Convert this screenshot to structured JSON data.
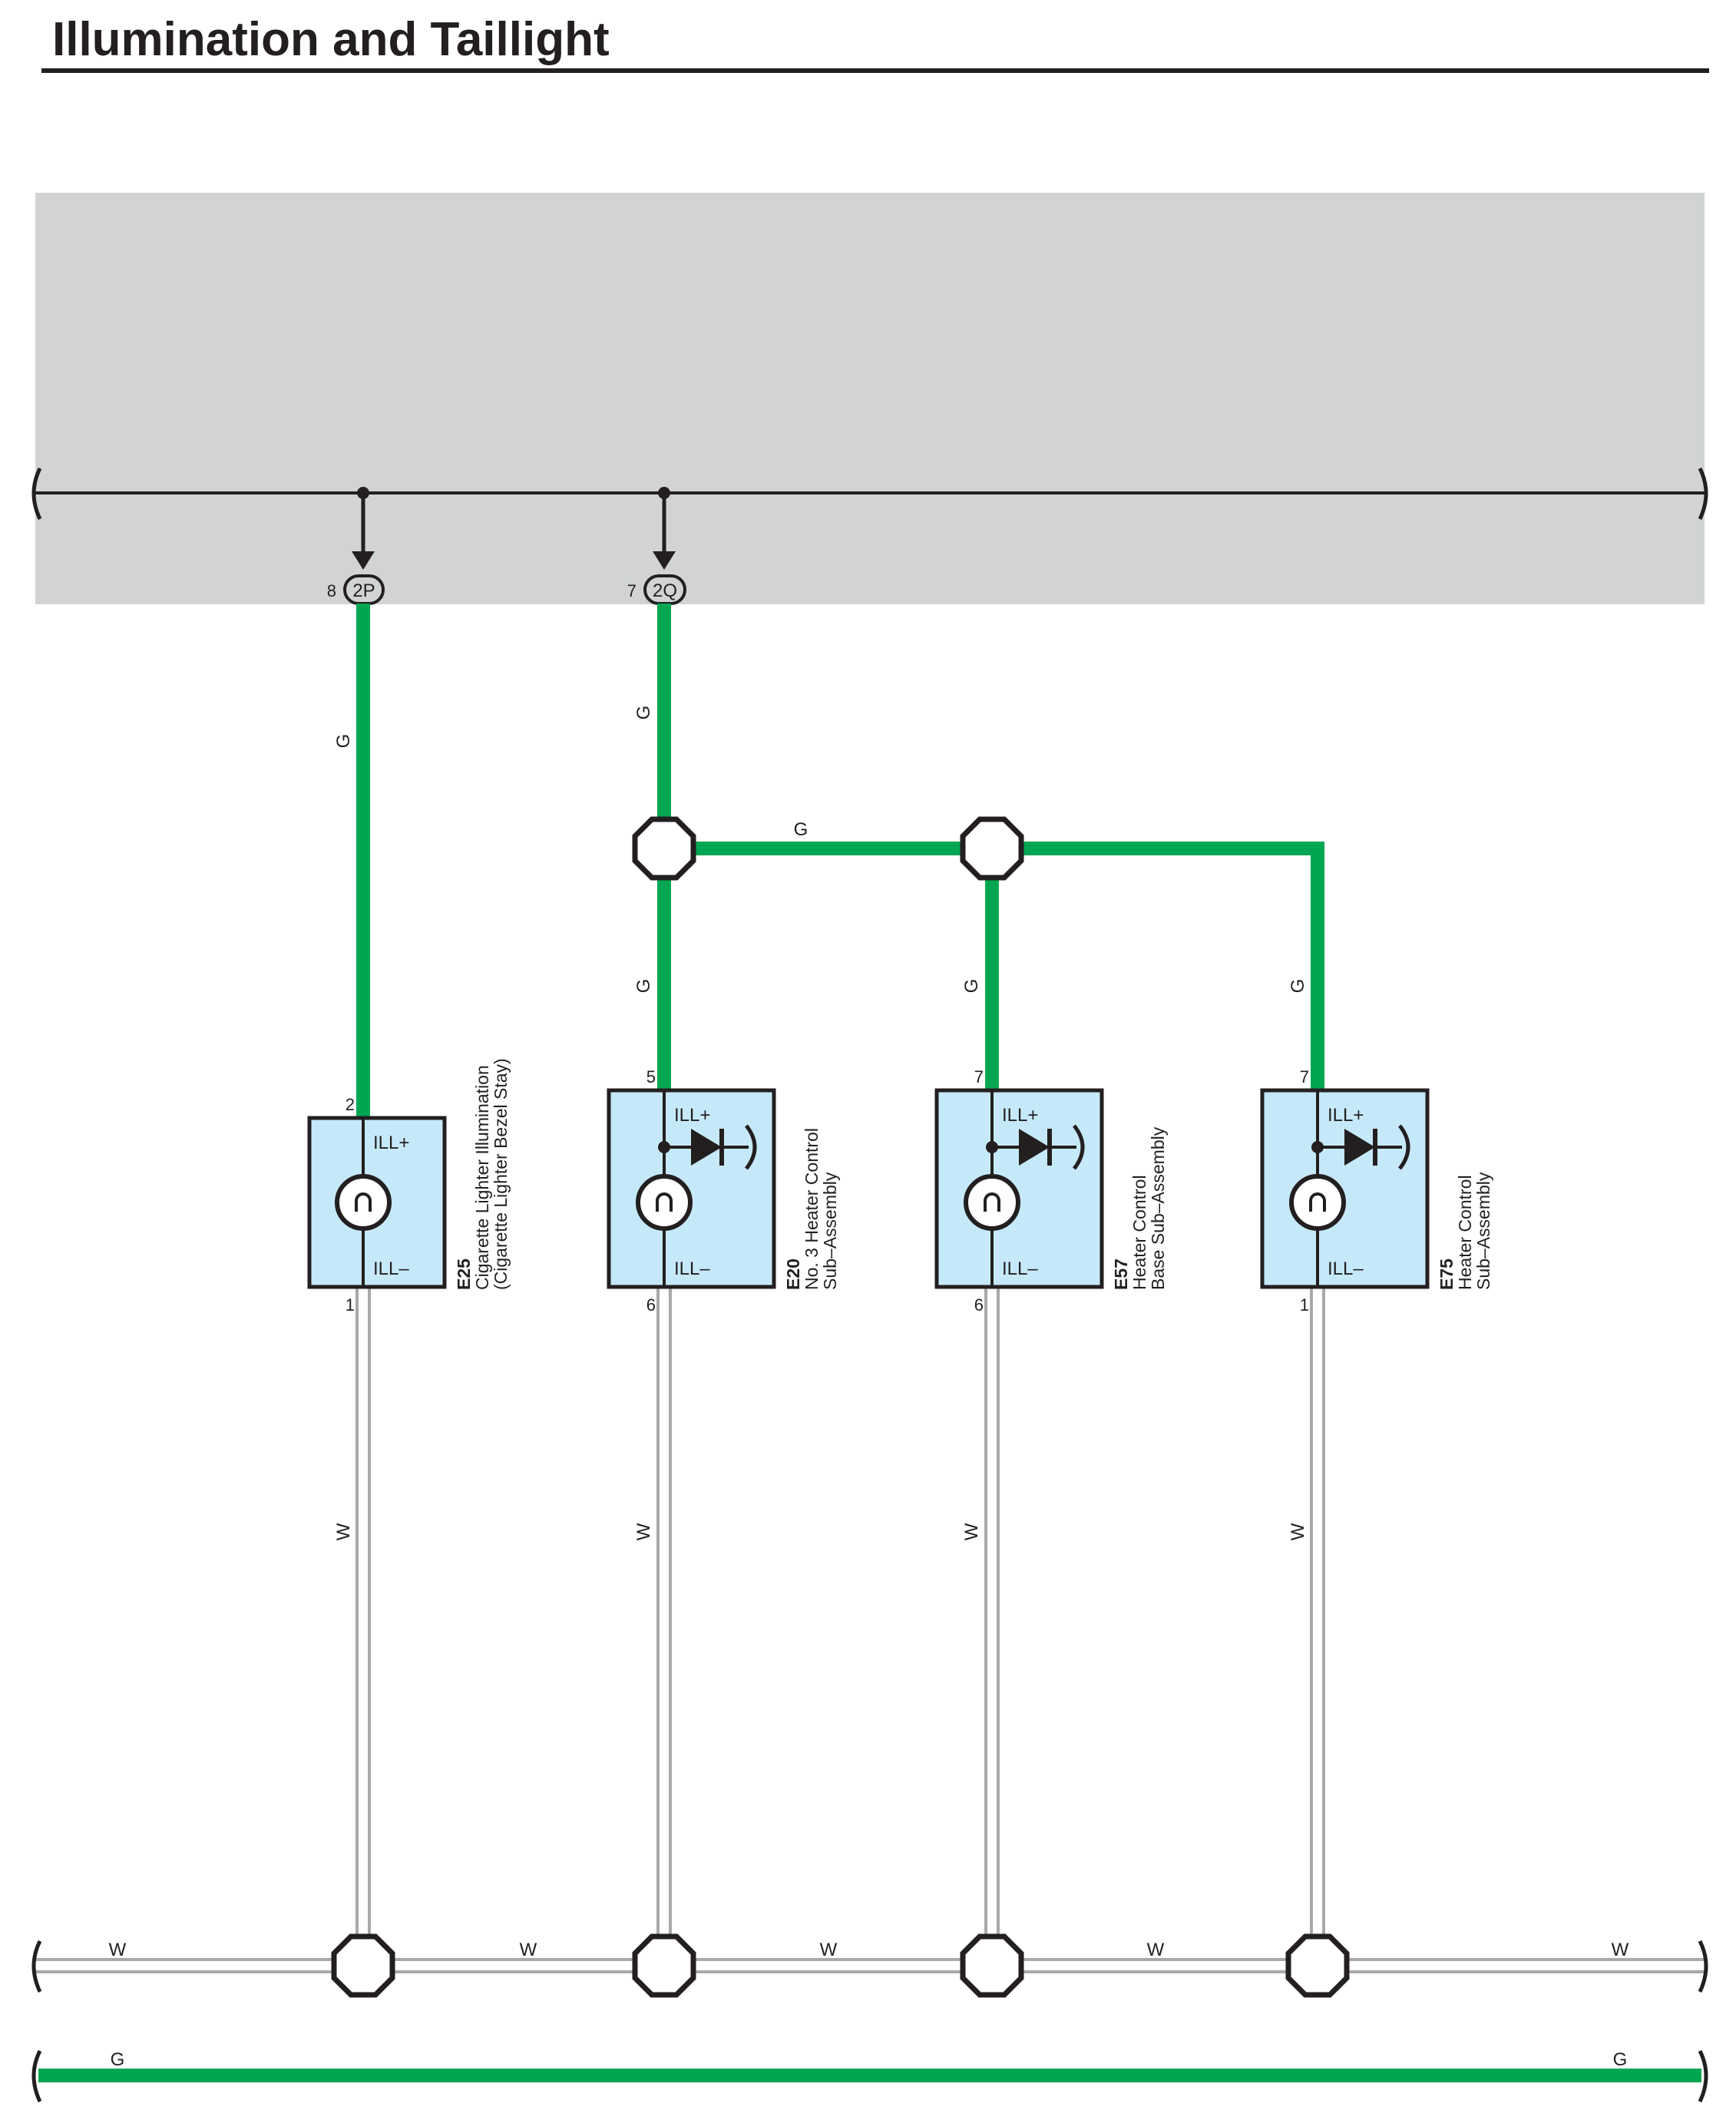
{
  "title": "Illumination and Taillight",
  "colors": {
    "green_wire": "#00a651",
    "white_wire_edge": "#a7a9ac",
    "panel_gray": "#d1d3d4",
    "component_fill": "#c6e9f9",
    "line": "#231f20"
  },
  "connectors": [
    {
      "code": "2P",
      "pin": "8"
    },
    {
      "code": "2Q",
      "pin": "7"
    }
  ],
  "wire_labels": {
    "green": "G",
    "white": "W"
  },
  "components": [
    {
      "id": "E25",
      "name_line1": "Cigarette Lighter Illumination",
      "name_line2": "(Cigarette Lighter Bezel Stay)",
      "pin_top": "2",
      "pin_bottom": "1",
      "term_top": "ILL+",
      "term_bottom": "ILL–",
      "has_diode": false
    },
    {
      "id": "E20",
      "name_line1": "No. 3 Heater Control",
      "name_line2": "Sub–Assembly",
      "pin_top": "5",
      "pin_bottom": "6",
      "term_top": "ILL+",
      "term_bottom": "ILL–",
      "has_diode": true
    },
    {
      "id": "E57",
      "name_line1": "Heater Control",
      "name_line2": "Base Sub–Assembly",
      "pin_top": "7",
      "pin_bottom": "6",
      "term_top": "ILL+",
      "term_bottom": "ILL–",
      "has_diode": true
    },
    {
      "id": "E75",
      "name_line1": "Heater Control",
      "name_line2": "Sub–Assembly",
      "pin_top": "7",
      "pin_bottom": "1",
      "term_top": "ILL+",
      "term_bottom": "ILL–",
      "has_diode": true
    }
  ]
}
